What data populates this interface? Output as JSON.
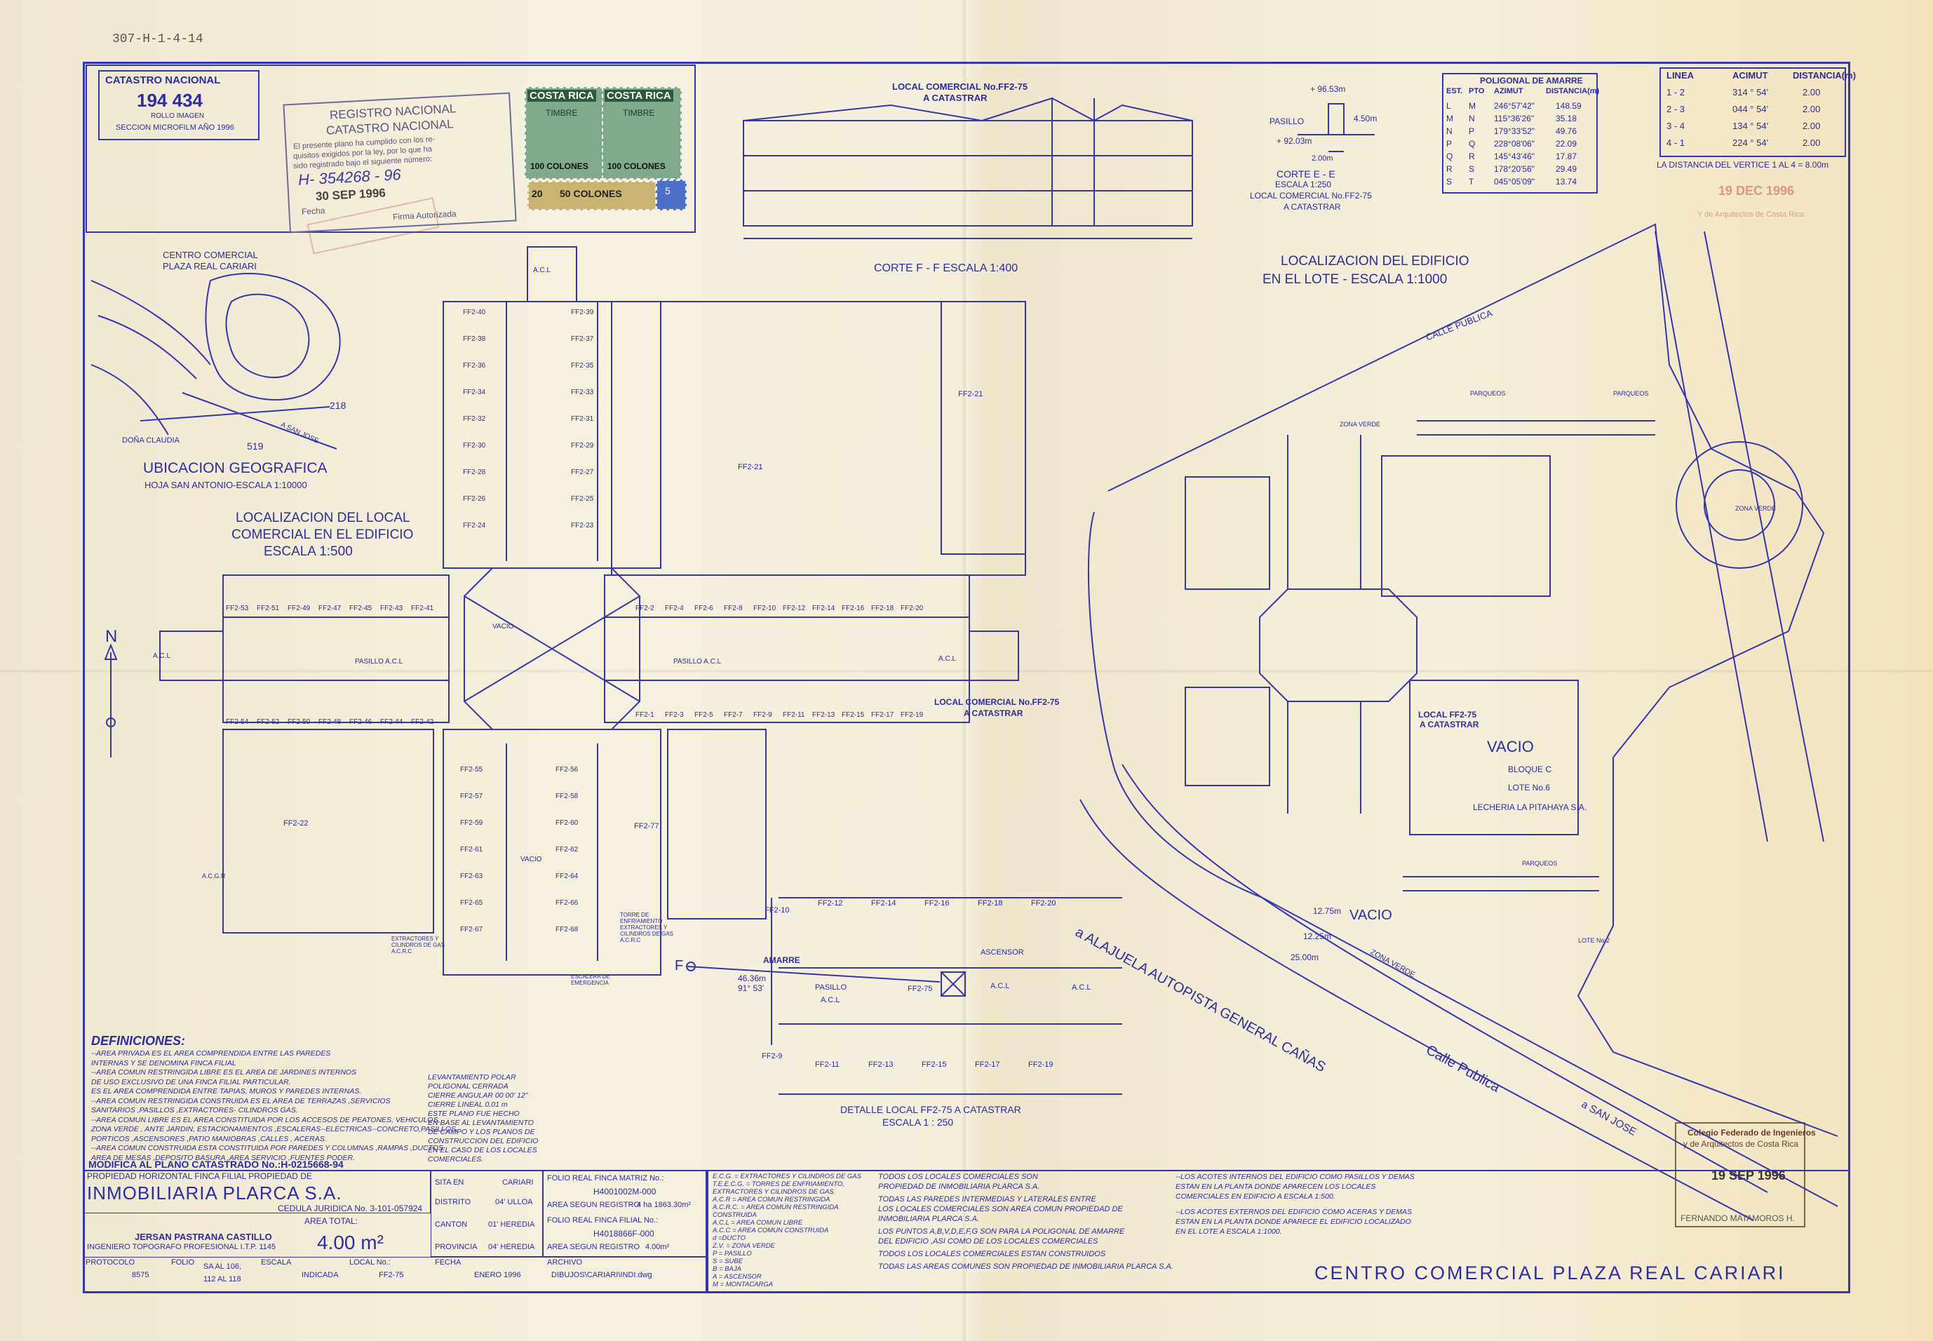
{
  "sheet_ref": "307-H-1-4-14",
  "catastro_box": {
    "heading": "CATASTRO NACIONAL",
    "number": "194 434",
    "line1": "ROLLO IMAGEN",
    "line2": "SECCION MICROFILM AÑO 1996"
  },
  "registro_stamp": {
    "line1": "REGISTRO NACIONAL",
    "line2": "CATASTRO NACIONAL",
    "line3": "El presente plano ha cumplido con los re-",
    "line4": "quisitos exigidos por la ley, por lo que ha",
    "line5": "sido registrado bajo el siguiente número:",
    "number": "H- 354268 - 96",
    "date": "30 SEP 1996",
    "fecha_label": "Fecha",
    "firma_label": "Firma Autorizada"
  },
  "stamps": {
    "country": "COSTA RICA",
    "kind": "TIMBRE",
    "value_a": "100 COLONES",
    "value_b": "100 COLONES",
    "value_c": "50 COLONES",
    "small_a": "20",
    "small_b": "5"
  },
  "corte_ff": {
    "heading1": "LOCAL COMERCIAL No.FF2-75",
    "heading2": "A CATASTRAR",
    "caption": "CORTE  F - F      ESCALA 1:400"
  },
  "corte_ee": {
    "dim_top": "+ 96.53m",
    "pasillo": "PASILLO",
    "dim_a": "+ 92.03m",
    "dim_b": "4.50m",
    "dim_c": "2.00m",
    "caption1": "CORTE  E - E",
    "caption2": "ESCALA  1:250",
    "caption3": "LOCAL COMERCIAL No.FF2-75",
    "caption4": "A CATASTRAR"
  },
  "poligonal": {
    "title": "POLIGONAL DE AMARRE",
    "headers": [
      "EST.",
      "PTO",
      "AZIMUT",
      "DISTANCIA(m)"
    ],
    "rows": [
      [
        "L",
        "M",
        "246°57'42\"",
        "148.59"
      ],
      [
        "M",
        "N",
        "115°36'26\"",
        "35.18"
      ],
      [
        "N",
        "P",
        "179°33'52\"",
        "49.76"
      ],
      [
        "P",
        "Q",
        "228°08'06\"",
        "22.09"
      ],
      [
        "Q",
        "R",
        "145°43'46\"",
        "17.87"
      ],
      [
        "R",
        "S",
        "178°20'56\"",
        "29.49"
      ],
      [
        "S",
        "T",
        "045°05'09\"",
        "13.74"
      ]
    ]
  },
  "lineas": {
    "headers": [
      "LINEA",
      "ACIMUT",
      "DISTANCIA(m)"
    ],
    "rows": [
      [
        "1 - 2",
        "314 ° 54'",
        "2.00"
      ],
      [
        "2 - 3",
        "044 ° 54'",
        "2.00"
      ],
      [
        "3 - 4",
        "134 ° 54'",
        "2.00"
      ],
      [
        "4 - 1",
        "224 ° 54'",
        "2.00"
      ]
    ],
    "note": "LA DISTANCIA DEL VERTICE 1 AL 4 = 8.00m"
  },
  "ubicacion": {
    "title": "UBICACION GEOGRAFICA",
    "subtitle": "HOJA SAN ANTONIO-ESCALA 1:10000",
    "centro1": "CENTRO COMERCIAL",
    "centro2": "PLAZA REAL CARIARI",
    "num_218": "218",
    "num_519": "519",
    "dona": "DOÑA CLAUDIA",
    "sanjose": "A SAN JOSE"
  },
  "localizacion_local": {
    "line1": "LOCALIZACION DEL LOCAL",
    "line2": "COMERCIAL EN EL EDIFICIO",
    "line3": "ESCALA   1:500"
  },
  "localizacion_edificio": {
    "line1": "LOCALIZACION DEL EDIFICIO",
    "line2": "EN EL LOTE  -  ESCALA 1:1000"
  },
  "north": "N",
  "plan_labels": {
    "ff2_21": "FF2-21",
    "ff2_22": "FF2-22",
    "ff2_77": "FF2-77",
    "acl": "A.C.L",
    "vacio": "VACIO",
    "pasillo_acl": "PASILLO A.C.L",
    "local_75_1": "LOCAL COMERCIAL No.FF2-75",
    "local_75_2": "A CATASTRAR",
    "extractores": "EXTRACTORES Y CILINDROS DE GAS A.C.R.C",
    "torre": "TORRE DE ENFRIAMIENTO EXTRACTORES Y CILINDROS DE GAS A.C.R.C",
    "escalera": "ESCALERA DE EMERGENCIA",
    "ascensor": "ASCENSOR",
    "acgr": "A.C.G.R"
  },
  "units_north": [
    "FF2-40",
    "FF2-39",
    "FF2-38",
    "FF2-37",
    "FF2-36",
    "FF2-35",
    "FF2-34",
    "FF2-33",
    "FF2-32",
    "FF2-31",
    "FF2-30",
    "FF2-29",
    "FF2-28",
    "FF2-27",
    "FF2-26",
    "FF2-25",
    "FF2-24",
    "FF2-23"
  ],
  "units_east_top": [
    "FF2-2",
    "FF2-4",
    "FF2-6",
    "FF2-8",
    "FF2-10",
    "FF2-12",
    "FF2-14",
    "FF2-16",
    "FF2-18",
    "FF2-20"
  ],
  "units_east_bot": [
    "FF2-1",
    "FF2-3",
    "FF2-5",
    "FF2-7",
    "FF2-9",
    "FF2-11",
    "FF2-13",
    "FF2-15",
    "FF2-17",
    "FF2-19"
  ],
  "units_west_top": [
    "FF2-53",
    "FF2-51",
    "FF2-49",
    "FF2-47",
    "FF2-45",
    "FF2-43",
    "FF2-41"
  ],
  "units_west_bot": [
    "FF2-54",
    "FF2-52",
    "FF2-50",
    "FF2-48",
    "FF2-46",
    "FF2-44",
    "FF2-42"
  ],
  "units_south": [
    "FF2-55",
    "FF2-56",
    "FF2-57",
    "FF2-58",
    "FF2-59",
    "FF2-60",
    "FF2-61",
    "FF2-62",
    "FF2-63",
    "FF2-64",
    "FF2-65",
    "FF2-66",
    "FF2-67",
    "FF2-68"
  ],
  "detalle": {
    "caption1": "DETALLE LOCAL FF2-75 A CATASTRAR",
    "caption2": "ESCALA  1 : 250",
    "amarre": "AMARRE",
    "dist": "46.36m",
    "angle": "91° 53'",
    "pasillo": "PASILLO",
    "acl": "A.C.L",
    "unit": "FF2-75",
    "ascensor": "ASCENSOR",
    "f": "F",
    "top_units": [
      "FF2-10",
      "FF2-12",
      "FF2-14",
      "FF2-16",
      "FF2-18",
      "FF2-20"
    ],
    "bot_units": [
      "FF2-9",
      "FF2-11",
      "FF2-13",
      "FF2-15",
      "FF2-17",
      "FF2-19"
    ]
  },
  "site": {
    "calle_publica": "CALLE PUBLICA",
    "calle_publica2": "Calle Publica",
    "autopista": "a ALAJUELA    AUTOPISTA    GENERAL CAÑAS",
    "san_jose": "a SAN JOSE",
    "vacio1": "VACIO",
    "vacio2": "VACIO",
    "bloque_c": "BLOQUE C",
    "lote6": "LOTE No.6",
    "lecheria": "LECHERIA LA PITAHAYA S.A.",
    "local_75_1": "LOCAL FF2-75",
    "local_75_2": "A CATASTRAR",
    "parqueos": "PARQUEOS",
    "zona_verde": "ZONA VERDE",
    "dist_a": "12.75m",
    "dist_b": "12.25m",
    "dist_c": "25.00m",
    "lote2": "LOTE No.2"
  },
  "stamp_right_top": {
    "line1": "19 DEC 1996",
    "line2": "Y de Arquitectos de Costa Rica"
  },
  "colegio_stamp": {
    "line1": "Colegio Federado de Ingenieros",
    "line2": "y de Arquitectos de Costa Rica",
    "date": "19 SEP 1996",
    "name": "FERNANDO MATAMOROS H."
  },
  "definiciones": {
    "title": "DEFINICIONES:",
    "lines": [
      "--AREA PRIVADA ES EL AREA COMPRENDIDA ENTRE LAS PAREDES",
      "INTERNAS Y SE DENOMINA FINCA FILIAL",
      "--AREA COMUN RESTRINGIDA LIBRE ES EL AREA DE JARDINES INTERNOS",
      "DE USO EXCLUSIVO DE UNA FINCA FILIAL PARTICULAR.",
      "ES EL AREA COMPRENDIDA ENTRE TAPIAS, MUROS Y PAREDES INTERNAS.",
      "--AREA COMUN RESTRINGIDA CONSTRUIDA ES EL AREA DE TERRAZAS ,SERVICIOS",
      "SANITARIOS ,PASILLOS ,EXTRACTORES- CILINDROS GAS.",
      "--AREA COMUN LIBRE ES EL AREA CONSTITUIDA POR LOS ACCESOS DE PEATONES, VEHICULOS,",
      "ZONA VERDE , ANTE JARDIN, ESTACIONAMIENTOS ,ESCALERAS--ELECTRICAS--CONCRETO,PASILLOS,",
      "PORTICOS ,ASCENSORES ,PATIO MANIOBRAS ,CALLES , ACERAS.",
      "--AREA COMUN CONSTRUIDA ESTA CONSTITUIDA POR PAREDES Y COLUMNAS ,RAMPAS ,DUCTOS ,",
      "AREA DE MESAS ,DEPOSITO BASURA ,AREA SERVICIO ,FUENTES PODER."
    ]
  },
  "levantamiento": {
    "lines": [
      "LEVANTAMIENTO POLAR",
      "POLIGONAL CERRADA",
      "CIERRE ANGULAR  00 00' 12\"",
      "CIERRE LINEAL  0.01 m",
      "ESTE PLANO FUE HECHO",
      "EN BASE AL LEVANTAMIENTO",
      "DE CAMPO Y LOS PLANOS DE",
      "CONSTRUCCION DEL EDIFICIO",
      "EN EL CASO DE LOS LOCALES",
      "COMERCIALES."
    ]
  },
  "modifica": "MODIFICA AL PLANO CATASTRADO No.:H-0215668-94",
  "title_block": {
    "propiedad_label": "PROPIEDAD HORIZONTAL FINCA FILIAL PROPIEDAD DE",
    "owner": "INMOBILIARIA PLARCA S.A.",
    "cedula": "CEDULA JURIDICA No. 3-101-057924",
    "surveyor": "JERSAN PASTRANA CASTILLO",
    "surveyor_title": "INGENIERO TOPOGRAFO PROFESIONAL I.T.P. 1145",
    "area_label": "AREA TOTAL:",
    "area_value": "4.00 m²",
    "sita_label": "SITA EN",
    "sita_value": "CARIARI",
    "distrito_label": "DISTRITO",
    "distrito_value": "04' ULLOA",
    "canton_label": "CANTON",
    "canton_value": "01' HEREDIA",
    "provincia_label": "PROVINCIA",
    "provincia_value": "04' HEREDIA",
    "folio_matriz_label": "FOLIO REAL FINCA MATRIZ No.:",
    "folio_matriz_value": "H4001002M-000",
    "area_registro_label": "AREA SEGUN REGISTRO",
    "area_registro_value": "4 ha 1863.30m²",
    "folio_filial_label": "FOLIO REAL FINCA FILIAL No.:",
    "folio_filial_value": "H4018866F-000",
    "area_registro2_label": "AREA SEGUN REGISTRO",
    "area_registro2_value": "4.00m²",
    "protocolo_label": "PROTOCOLO",
    "protocolo_value": "8575",
    "folio_label": "FOLIO",
    "folio_value1": "SA AL 106,",
    "folio_value2": "112 AL 118",
    "escala_label": "ESCALA",
    "escala_value": "INDICADA",
    "local_label": "LOCAL No.:",
    "local_value": "FF2-75",
    "fecha_label": "FECHA",
    "fecha_value": "ENERO 1996",
    "archivo_label": "ARCHIVO",
    "archivo_value": "DIBUJOS\\CARIARI\\INDI.dwg"
  },
  "legend": [
    "E.C.G. = EXTRACTORES Y CILINDROS DE GAS",
    "T.E.E.C.G. = TORRES DE ENFRIAMIENTO,",
    "EXTRACTORES Y CILINDROS DE GAS.",
    "A.C.R = AREA COMUN RESTRINGIDA",
    "A.C.R.C. = AREA COMUN RESTRINGIDA",
    "CONSTRUIDA",
    "A.C.L = AREA COMUN LIBRE",
    "A.C.C = AREA COMUN CONSTRUIDA",
    "d =DUCTO",
    "Z.V. = ZONA VERDE",
    "P = PASILLO",
    "S = SUBE",
    "B = BAJA",
    "A = ASCENSOR",
    "M = MONTACARGA"
  ],
  "notes_mid": [
    "TODOS LOS LOCALES COMERCIALES SON",
    "PROPIEDAD DE INMOBILIARIA PLARCA S.A.",
    "TODAS LAS PAREDES INTERMEDIAS Y LATERALES ENTRE",
    "LOS LOCALES COMERCIALES SON AREA COMUN PROPIEDAD DE",
    "INMOBILIARIA PLARCA S.A.",
    "LOS PUNTOS A,B,V,D,E,F,G SON PARA LA POLIGONAL DE AMARRE",
    "DEL EDIFICIO ,ASI COMO DE LOS LOCALES COMERCIALES",
    "TODOS LOS LOCALES COMERCIALES ESTAN CONSTRUIDOS",
    "TODAS LAS AREAS COMUNES SON PROPIEDAD DE INMOBILIARIA PLARCA S.A."
  ],
  "notes_right": [
    "--LOS ACOTES INTERNOS DEL EDIFICIO COMO PASILLOS Y DEMAS",
    "ESTAN EN LA PLANTA DONDE APARECEN LOS LOCALES",
    "COMERCIALES EN EDIFICIO A ESCALA 1:500.",
    "--LOS ACOTES EXTERNOS DEL EDIFICIO COMO ACERAS Y DEMAS",
    "ESTAN EN LA PLANTA DONDE APARECE EL EDIFICIO LOCALIZADO",
    "EN EL LOTE A ESCALA 1:1000."
  ],
  "main_title": "CENTRO COMERCIAL PLAZA REAL CARIARI"
}
